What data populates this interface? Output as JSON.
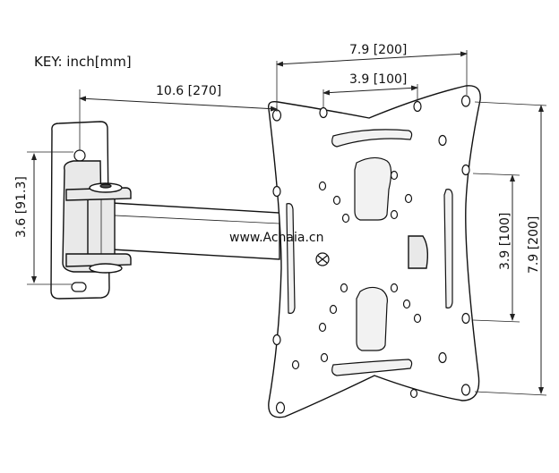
{
  "key_label": "KEY: inch[mm]",
  "watermark": "www.Achaia.cn",
  "dimensions": {
    "top_width": "7.9 [200]",
    "top_inner": "3.9 [100]",
    "arm_length": "10.6 [270]",
    "wall_plate_height": "3.6 [91.3]",
    "right_inner": "3.9 [100]",
    "right_height": "7.9 [200]"
  }
}
